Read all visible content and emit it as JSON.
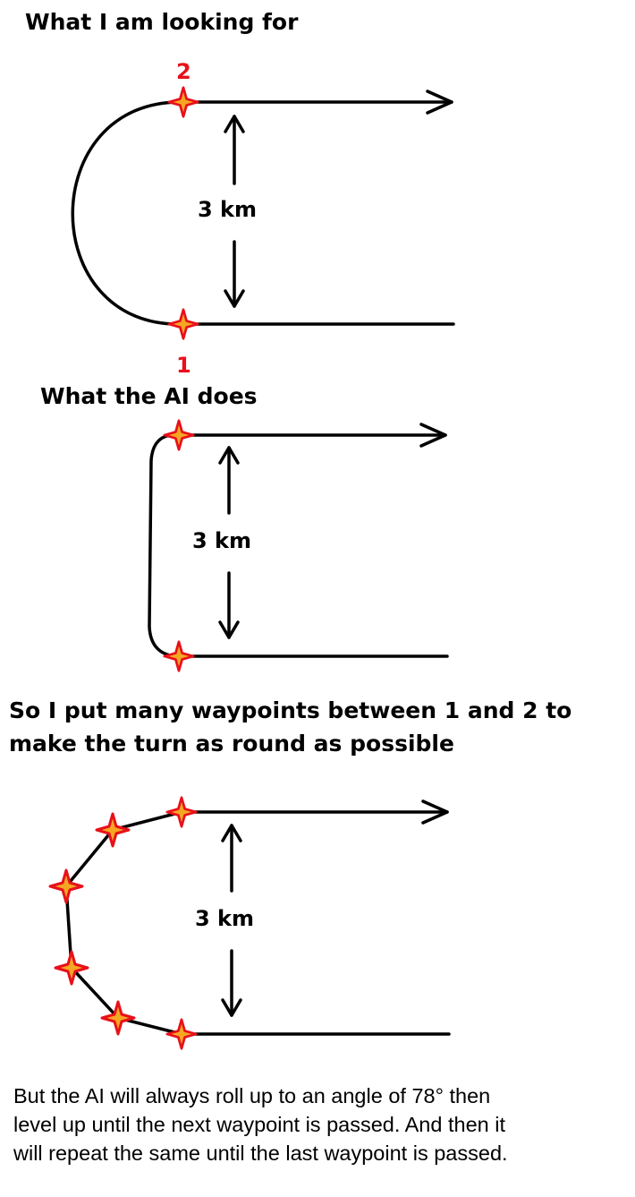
{
  "sections": [
    {
      "heading": "What I am looking for",
      "distance": "3 km",
      "waypoint_labels": [
        "1",
        "2"
      ]
    },
    {
      "heading": "What the AI does",
      "distance": "3 km"
    },
    {
      "heading_lines": [
        "So I put many waypoints between 1 and 2 to",
        "make the turn as round as possible"
      ],
      "distance": "3 km"
    }
  ],
  "note_lines": [
    "But the AI will always roll up to an angle of 78° then",
    "level up until the next waypoint is passed. And then it",
    "will repeat the same until the last waypoint is passed."
  ],
  "colors": {
    "waypoint_fill": "#f5a623",
    "waypoint_stroke": "#e8101a",
    "line": "#000000"
  },
  "icons": {
    "waypoint": "four-point-star-icon",
    "arrowhead": "arrowhead-icon"
  }
}
